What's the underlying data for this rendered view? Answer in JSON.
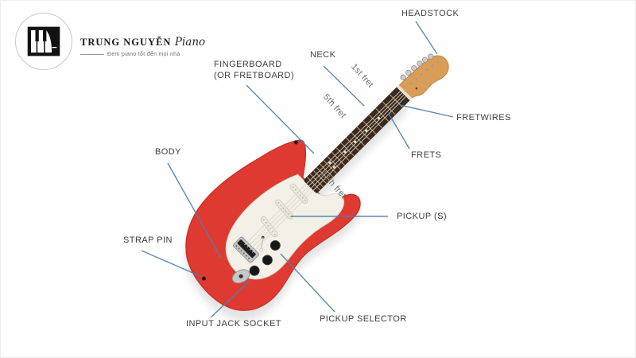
{
  "logo": {
    "icon": "piano-icon",
    "brand": "TRUNG NGUYỄN",
    "brand_script": "Piano",
    "tagline": "Đem piano tốt đến mọi nhà"
  },
  "diagram": {
    "subject": "electric-guitar",
    "labels": [
      {
        "id": "headstock",
        "text": "HEADSTOCK"
      },
      {
        "id": "neck",
        "text": "NECK"
      },
      {
        "id": "fingerboard",
        "text": "FINGERBOARD",
        "text2": "(OR FRETBOARD)"
      },
      {
        "id": "fretwires",
        "text": "FRETWIRES"
      },
      {
        "id": "frets",
        "text": "FRETS"
      },
      {
        "id": "body",
        "text": "BODY"
      },
      {
        "id": "strap-pin",
        "text": "STRAP PIN"
      },
      {
        "id": "input-jack-socket",
        "text": "INPUT JACK SOCKET"
      },
      {
        "id": "pickup",
        "text": "PICKUP (S)"
      },
      {
        "id": "pickup-selector",
        "text": "PICKUP SELECTOR"
      }
    ],
    "fret_markers": [
      {
        "id": "fret-1",
        "text": "1st fret"
      },
      {
        "id": "fret-5",
        "text": "5th fret"
      },
      {
        "id": "fret-12",
        "text": "12th fret"
      }
    ],
    "colors": {
      "body_red": "#df3a31",
      "body_edge": "#c22f29",
      "pickguard": "#f2f0e7",
      "fretboard": "#3a2a1f",
      "headstock_wood": "#d99d58",
      "leader_line": "#4d7fad",
      "label_text": "#3e3e3e",
      "fret_label_text": "#6f6f6f"
    }
  }
}
